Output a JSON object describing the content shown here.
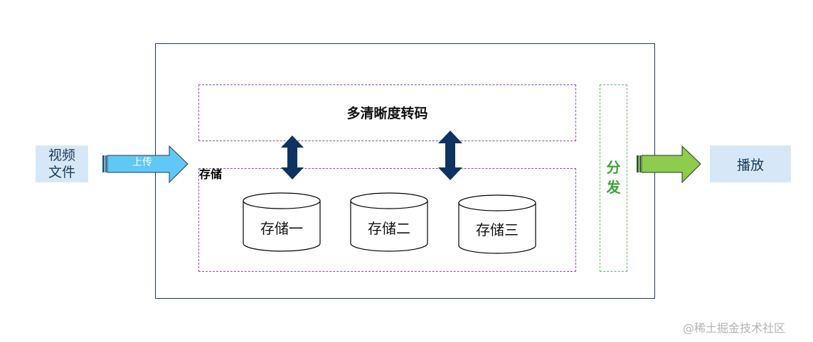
{
  "diagram": {
    "input": {
      "label_line1": "视频",
      "label_line2": "文件"
    },
    "upload_arrow": {
      "label": "上传"
    },
    "transcode": {
      "label": "多清晰度转码"
    },
    "storage": {
      "title": "存储",
      "units": [
        {
          "label": "存储一"
        },
        {
          "label": "存储二"
        },
        {
          "label": "存储三"
        }
      ]
    },
    "distribute": {
      "label_line1": "分",
      "label_line2": "发"
    },
    "output": {
      "label": "播放"
    },
    "watermark": "@稀土掘金技术社区"
  },
  "colors": {
    "frame_border": "#1f3a5a",
    "dashed_purple": "#8e4ea6",
    "dashed_green": "#5fbf5f",
    "distribute_text": "#3aa63a",
    "side_box_fill": "#d6e8f7",
    "upload_arrow_fill": "#5fc8f5",
    "output_arrow_fill": "#8dcc4c",
    "double_arrow_fill": "#0f3360"
  }
}
